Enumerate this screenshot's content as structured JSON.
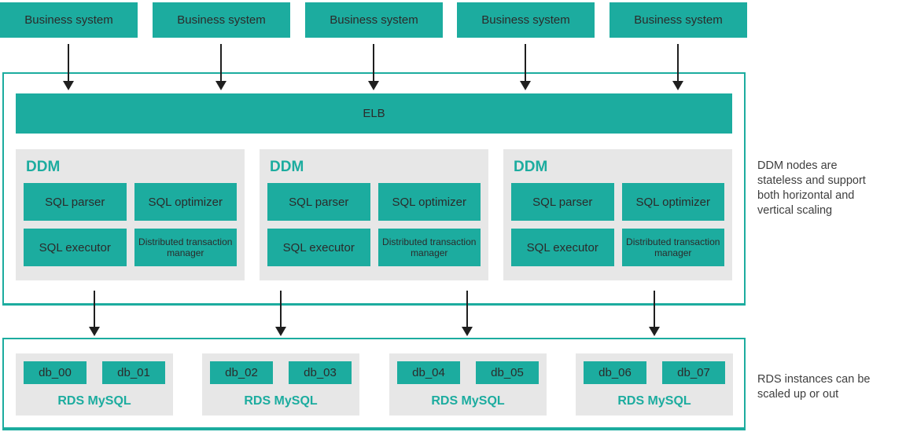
{
  "colors": {
    "teal": "#1CAC9F",
    "zone_border": "#1CAC9F",
    "node_background": "#E7E7E7",
    "dark_text": "#2B2B2B",
    "annotation_text": "#3E3E3E",
    "arrow": "#1F1F1F"
  },
  "top_row": {
    "boxes": [
      {
        "label": "Business system"
      },
      {
        "label": "Business system"
      },
      {
        "label": "Business system"
      },
      {
        "label": "Business system"
      },
      {
        "label": "Business system"
      }
    ]
  },
  "ddm_zone": {
    "elb_label": "ELB",
    "nodes": [
      {
        "title": "DDM",
        "components": [
          "SQL parser",
          "SQL optimizer",
          "SQL executor",
          "Distributed transaction manager"
        ]
      },
      {
        "title": "DDM",
        "components": [
          "SQL parser",
          "SQL optimizer",
          "SQL executor",
          "Distributed transaction manager"
        ]
      },
      {
        "title": "DDM",
        "components": [
          "SQL parser",
          "SQL optimizer",
          "SQL executor",
          "Distributed transaction manager"
        ]
      }
    ],
    "annotation_lines": [
      "DDM nodes are",
      "stateless and support",
      "both horizontal and",
      "vertical scaling"
    ]
  },
  "rds_zone": {
    "instances": [
      {
        "title": "RDS MySQL",
        "databases": [
          "db_00",
          "db_01"
        ]
      },
      {
        "title": "RDS MySQL",
        "databases": [
          "db_02",
          "db_03"
        ]
      },
      {
        "title": "RDS MySQL",
        "databases": [
          "db_04",
          "db_05"
        ]
      },
      {
        "title": "RDS MySQL",
        "databases": [
          "db_06",
          "db_07"
        ]
      }
    ],
    "annotation_lines": [
      "RDS instances can be",
      "scaled up or out"
    ]
  }
}
